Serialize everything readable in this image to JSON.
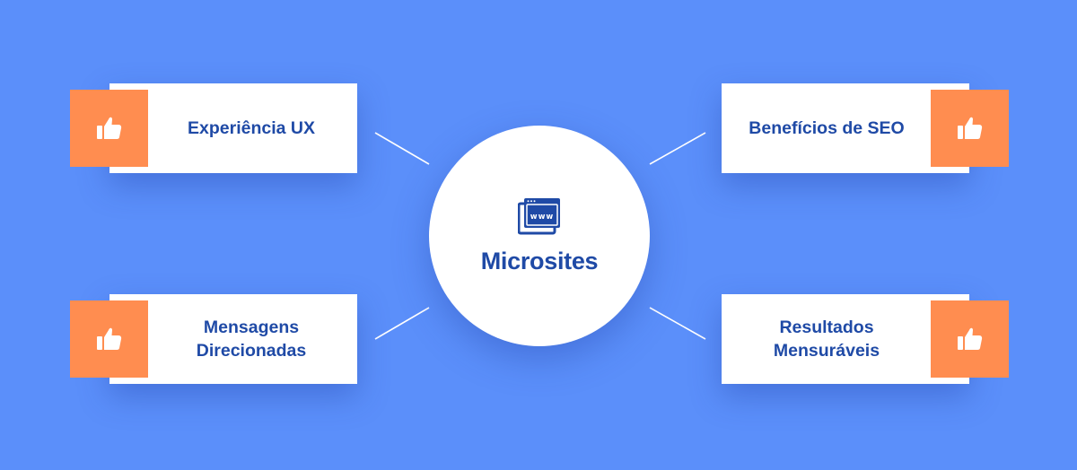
{
  "diagram": {
    "center": {
      "title": "Microsites",
      "icon": "www-browser-icon"
    },
    "nodes": [
      {
        "id": "top-left",
        "label": "Experiência UX",
        "icon": "thumbs-up-icon",
        "position": "top-left"
      },
      {
        "id": "top-right",
        "label": "Benefícios de SEO",
        "icon": "thumbs-up-icon",
        "position": "top-right"
      },
      {
        "id": "bottom-left",
        "label": "Mensagens\nDirecionadas",
        "icon": "thumbs-up-icon",
        "position": "bottom-left"
      },
      {
        "id": "bottom-right",
        "label": "Resultados\nMensuráveis",
        "icon": "thumbs-up-icon",
        "position": "bottom-right"
      }
    ],
    "colors": {
      "background": "#5b8ffa",
      "card": "#ffffff",
      "badge": "#ff8d50",
      "text": "#1f4aa6",
      "connector": "#ffffff"
    }
  }
}
